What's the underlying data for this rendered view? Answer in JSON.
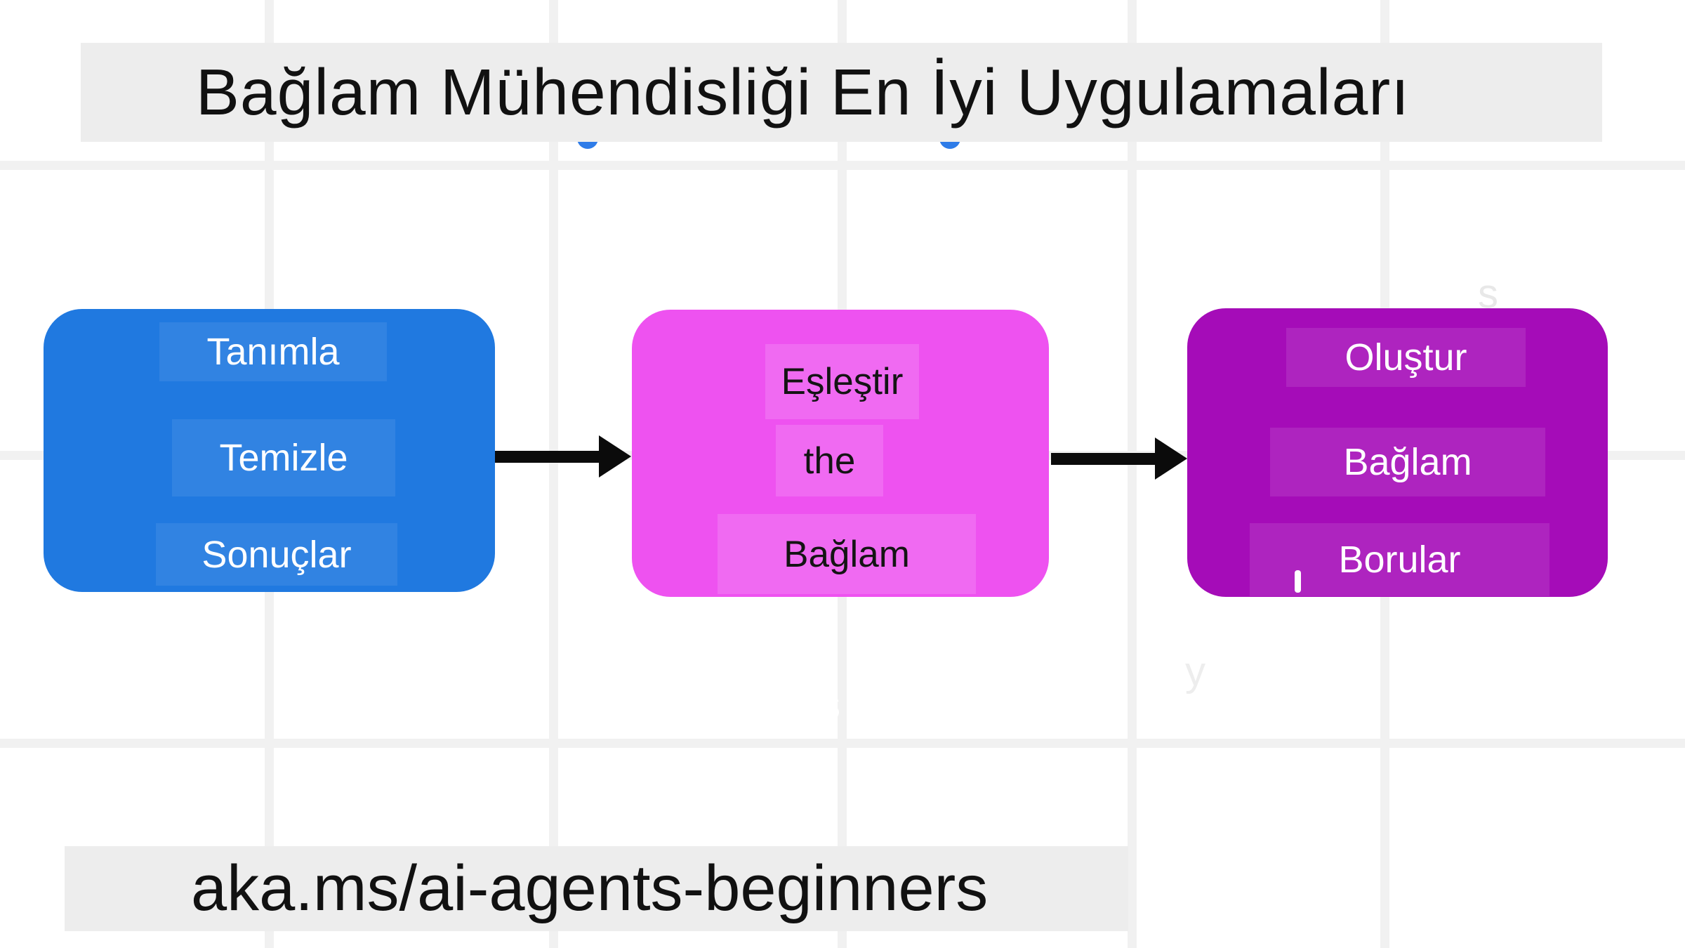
{
  "title": "Bağlam Mühendisliği En İyi Uygulamaları",
  "footer": {
    "link_text": "aka.ms/ai-agents-beginners"
  },
  "diagram": {
    "boxes": [
      {
        "id": "define",
        "lines": [
          "Tanımla",
          "Temizle",
          "Sonuçlar"
        ],
        "color": "#2079e0",
        "text_color": "#ffffff"
      },
      {
        "id": "match",
        "lines": [
          "Eşleştir",
          "the",
          "Bağlam"
        ],
        "color": "#ee52f0",
        "text_color": "#141414"
      },
      {
        "id": "create",
        "lines": [
          "Oluştur",
          "Bağlam",
          "Borular"
        ],
        "color": "#a50cb8",
        "text_color": "#ffffff"
      }
    ],
    "connectors": [
      {
        "from": "define",
        "to": "match",
        "style": "black-arrow-right"
      },
      {
        "from": "match",
        "to": "create",
        "style": "black-arrow-right"
      }
    ],
    "artifacts": {
      "s_grid": "s",
      "s_top": "s",
      "y_below": "y"
    }
  },
  "colors": {
    "background": "#ffffff",
    "grid_line": "#f1f1f1",
    "bar_background": "#ededed",
    "box_blue": "#2079e0",
    "box_magenta": "#ee52f0",
    "box_purple": "#a50cb8",
    "arrow_black": "#0b0b0b",
    "dot_blue": "#2e7ce8",
    "text_dark": "#111111",
    "text_white": "#ffffff"
  }
}
